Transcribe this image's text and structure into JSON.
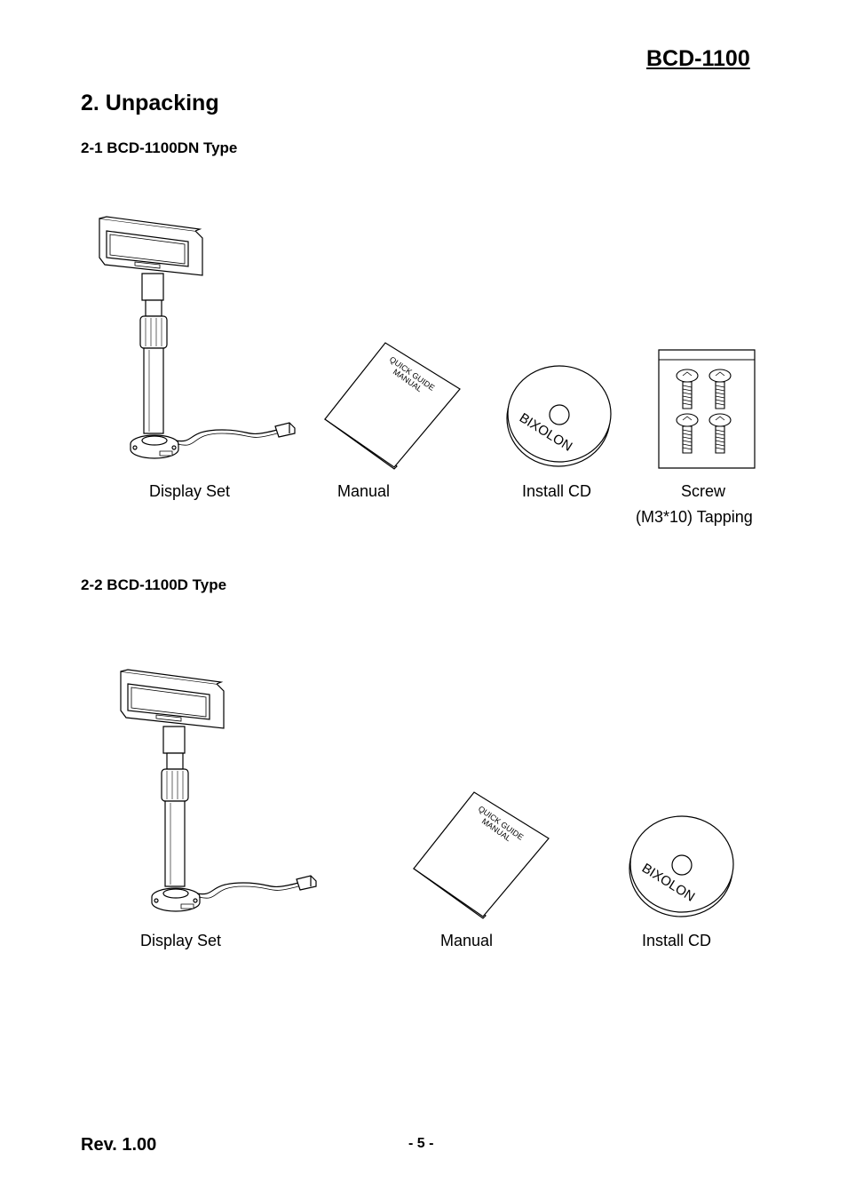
{
  "header": {
    "doc_id": "BCD-1100"
  },
  "section": {
    "title": "2. Unpacking"
  },
  "sub1": {
    "title": "2-1 BCD-1100DN Type",
    "captions": {
      "display_set": "Display Set",
      "manual": "Manual",
      "install_cd": "Install CD",
      "screw_line1": "Screw",
      "screw_line2": "(M3*10) Tapping"
    },
    "manual_cover": {
      "line1": "QUICK GUIDE",
      "line2": "MANUAL"
    },
    "cd_label": "BIXOLON"
  },
  "sub2": {
    "title": "2-2 BCD-1100D Type",
    "captions": {
      "display_set": "Display Set",
      "manual": "Manual",
      "install_cd": "Install CD"
    },
    "manual_cover": {
      "line1": "QUICK GUIDE",
      "line2": "MANUAL"
    },
    "cd_label": "BIXOLON"
  },
  "footer": {
    "revision": "Rev. 1.00",
    "page_number": "- 5 -"
  }
}
